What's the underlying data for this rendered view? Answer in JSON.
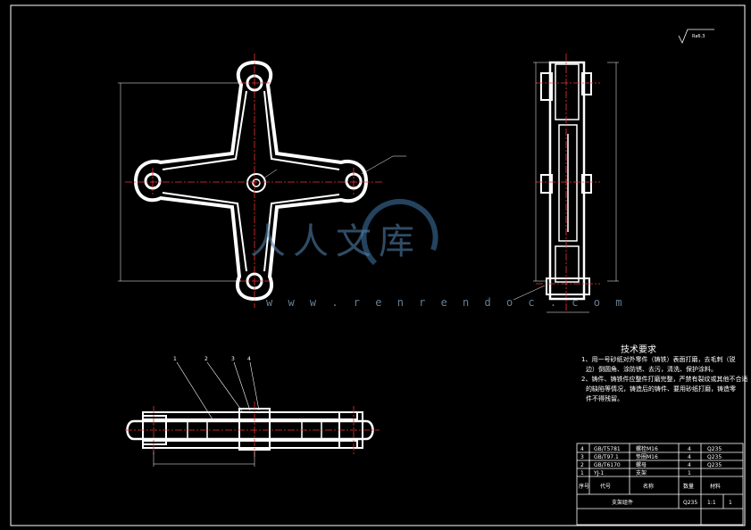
{
  "roughness": "Ra6.3",
  "tech": {
    "title": "技术要求",
    "lines": [
      "1、用一号砂纸对外零件（铸铁）表面打磨，去毛刺（锐",
      "边）倒圆角、涂防锈、去污，清洗、保护涂料。",
      "2、铸件、铸铁件应整件打磨完整，严禁有裂纹或其他不合适",
      "的缺陷等情况，铸造后的铸件、要用砂纸打磨，铸造零",
      "件不得残留。"
    ]
  },
  "balloons": [
    "1",
    "2",
    "3",
    "4"
  ],
  "bom": [
    {
      "no": "4",
      "code": "GB/T5781",
      "name": "螺栓M16",
      "qty": "4",
      "mat": "Q235"
    },
    {
      "no": "3",
      "code": "GB/T97.1",
      "name": "垫圈M16",
      "qty": "4",
      "mat": "Q235"
    },
    {
      "no": "2",
      "code": "GB/T6170",
      "name": "螺母",
      "qty": "4",
      "mat": "Q235"
    },
    {
      "no": "1",
      "code": "YJ-1",
      "name": "支架",
      "qty": "1",
      "mat": ""
    }
  ],
  "bom_header": {
    "no": "序号",
    "code": "代号",
    "name": "名称",
    "qty": "数量",
    "mat": "材料"
  },
  "title_block": {
    "drawing_name": "支架组件",
    "material": "Q235",
    "scale": "1:1",
    "sheet": "1"
  },
  "watermark": {
    "logo_text": "人人文库",
    "url": "w w w . r e n r e n d o c . c o m"
  }
}
